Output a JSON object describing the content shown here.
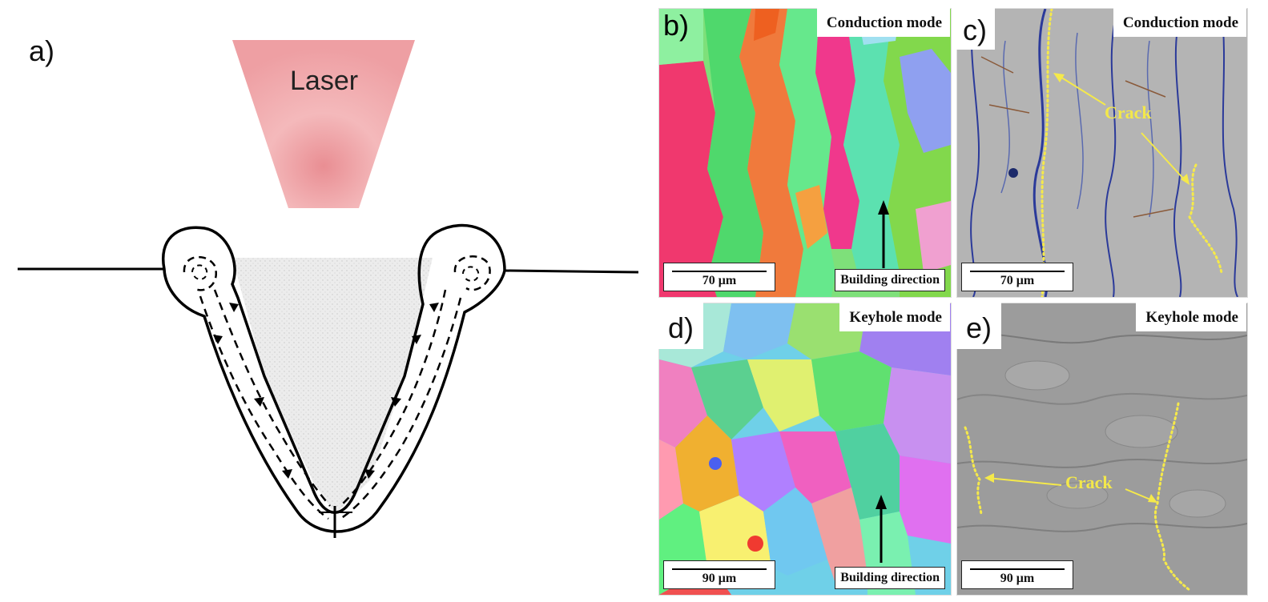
{
  "panels": {
    "a": {
      "label": "a)",
      "laser_label": "Laser"
    },
    "b": {
      "label": "b)",
      "mode": "Conduction mode",
      "scale": "70 μm",
      "direction": "Building direction"
    },
    "c": {
      "label": "c)",
      "mode": "Conduction mode",
      "scale": "70 μm",
      "crack": "Crack"
    },
    "d": {
      "label": "d)",
      "mode": "Keyhole mode",
      "scale": "90 μm",
      "direction": "Building direction"
    },
    "e": {
      "label": "e)",
      "mode": "Keyhole mode",
      "scale": "90 μm",
      "crack": "Crack"
    }
  },
  "colors": {
    "laser_top": "#e99a9c",
    "laser_mid": "#f5c3c3",
    "crack_dots": "#f5e94a",
    "sem_gray": "#a9a9a9",
    "grain_boundary_blue": "#2b3a9a"
  }
}
